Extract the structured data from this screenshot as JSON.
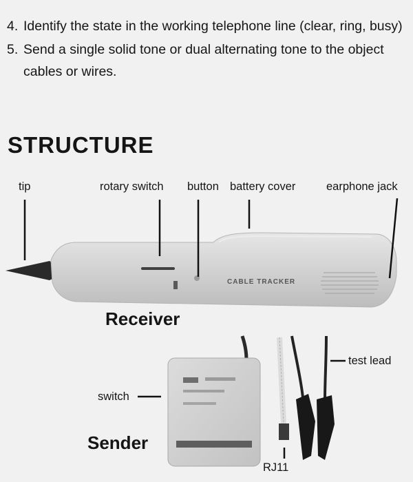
{
  "intro_list": [
    {
      "num": "4.",
      "text": "Identify the state in the working telephone line (clear, ring, busy)"
    },
    {
      "num": "5.",
      "text": "Send a single solid tone or dual alternating tone to the object cables or wires."
    }
  ],
  "heading": "STRUCTURE",
  "receiver": {
    "title": "Receiver",
    "device_print": "CABLE TRACKER",
    "labels": {
      "tip": "tip",
      "rotary_switch": "rotary switch",
      "button": "button",
      "battery_cover": "battery cover",
      "earphone_jack": "earphone jack"
    }
  },
  "sender": {
    "title": "Sender",
    "labels": {
      "switch": "switch",
      "test_lead": "test lead",
      "rj11": "RJ11"
    }
  },
  "colors": {
    "background": "#f1f1f1",
    "text": "#151515",
    "device_body": "#d6d6d6",
    "device_dark": "#2c2c2c"
  }
}
